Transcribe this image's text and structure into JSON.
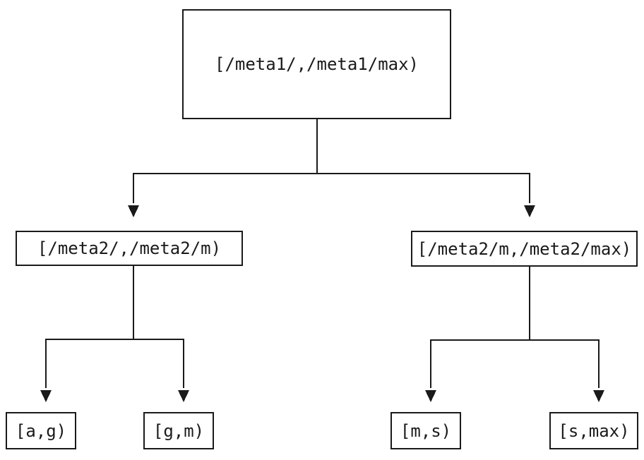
{
  "colors": {
    "line": "#1a1a1a",
    "text": "#1a1a1a",
    "background": "#ffffff"
  },
  "tree": {
    "root": {
      "label": "[/meta1/,/meta1/max)"
    },
    "level2": [
      {
        "id": "meta2-left",
        "label": "[/meta2/,/meta2/m)"
      },
      {
        "id": "meta2-right",
        "label": "[/meta2/m,/meta2/max)"
      }
    ],
    "leaves": [
      {
        "id": "leaf-a-g",
        "label": "[a,g)",
        "parent": "meta2-left"
      },
      {
        "id": "leaf-g-m",
        "label": "[g,m)",
        "parent": "meta2-left"
      },
      {
        "id": "leaf-m-s",
        "label": "[m,s)",
        "parent": "meta2-right"
      },
      {
        "id": "leaf-s-max",
        "label": "[s,max)",
        "parent": "meta2-right"
      }
    ],
    "edges": [
      {
        "from": "root",
        "to": "meta2-left",
        "arrow": "down"
      },
      {
        "from": "root",
        "to": "meta2-right",
        "arrow": "down"
      },
      {
        "from": "meta2-left",
        "to": "leaf-a-g",
        "arrow": "down"
      },
      {
        "from": "meta2-left",
        "to": "leaf-g-m",
        "arrow": "down"
      },
      {
        "from": "meta2-right",
        "to": "leaf-m-s",
        "arrow": "down"
      },
      {
        "from": "meta2-right",
        "to": "leaf-s-max",
        "arrow": "down"
      }
    ]
  }
}
